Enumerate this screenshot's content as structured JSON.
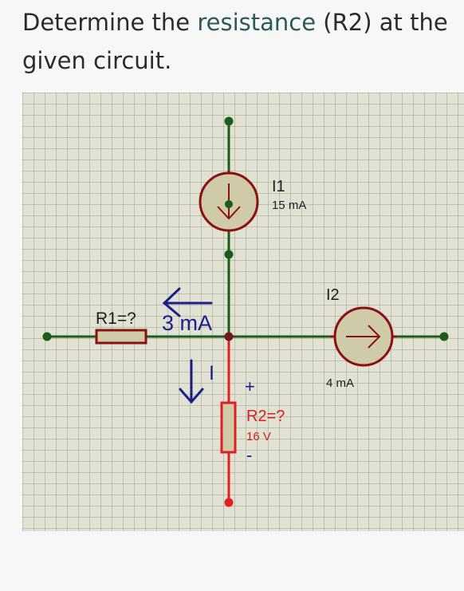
{
  "question": {
    "prefix": "Determine the ",
    "link": "resistance",
    "suffix": " (R2) at the given circuit."
  },
  "components": {
    "i1": {
      "name": "I1",
      "value": "15 mA"
    },
    "i2": {
      "name": "I2",
      "value": "4 mA"
    },
    "r1": {
      "name": "R1=?"
    },
    "r2": {
      "name": "R2=?",
      "value": "16 V",
      "plus": "+",
      "minus": "-"
    }
  },
  "annotations": {
    "current_label": "3 mA",
    "arrow_label": "I"
  },
  "colors": {
    "wire": "#1a5c1a",
    "wire_hot": "#e02020",
    "component": "#8b1010",
    "component_fill": "#cfcaa8",
    "handwriting": "#1b1f8a",
    "label_red": "#d42020"
  }
}
